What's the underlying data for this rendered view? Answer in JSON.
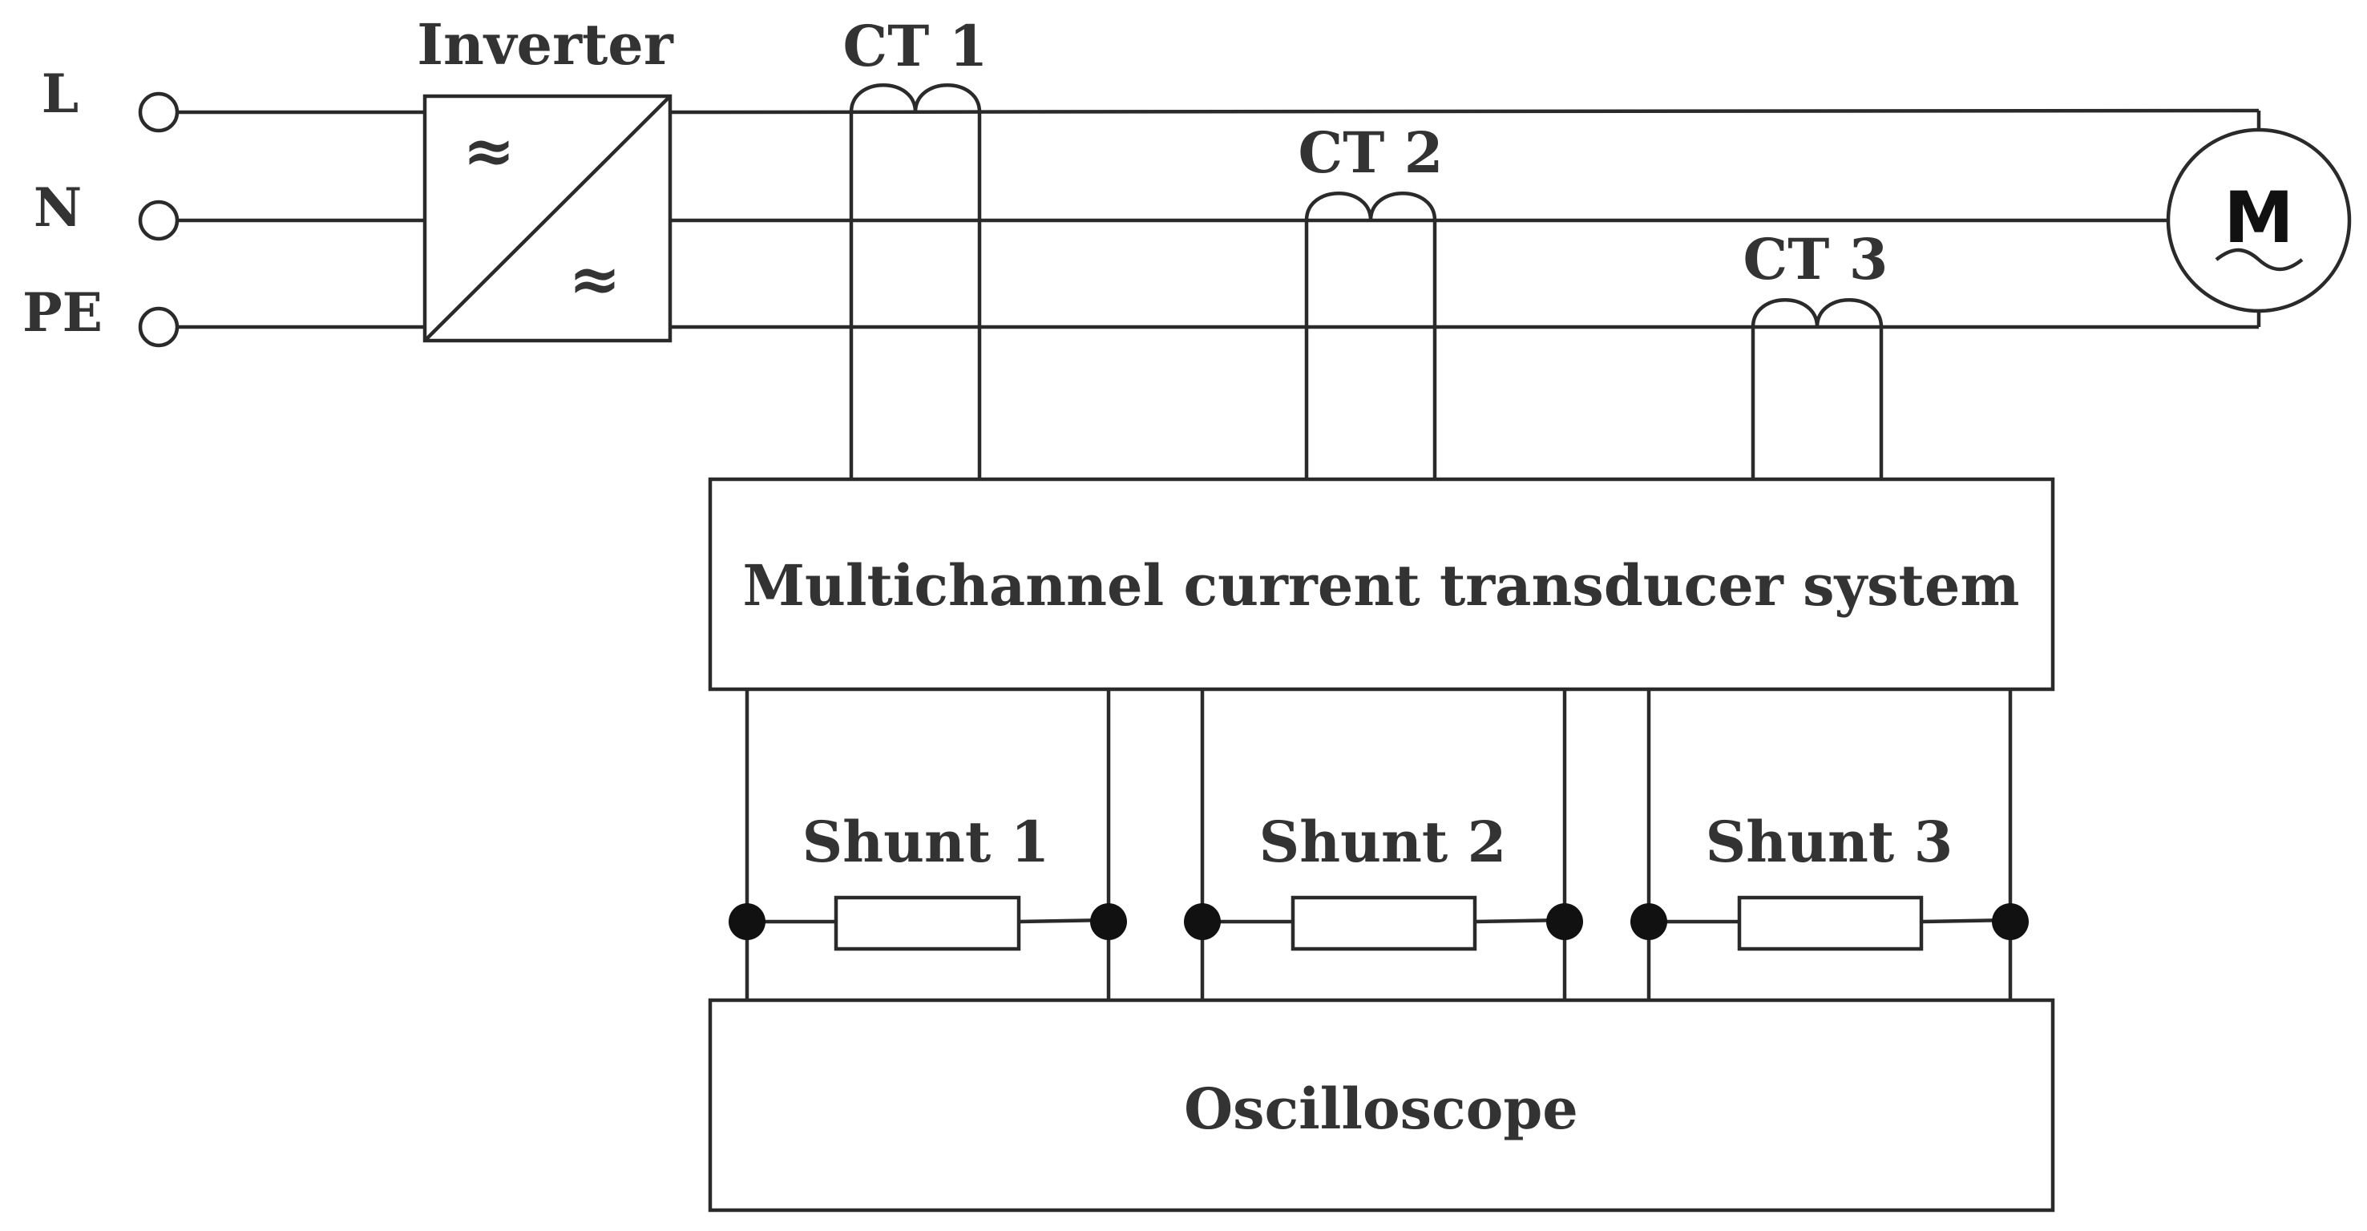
{
  "terminals": {
    "l": "L",
    "n": "N",
    "pe": "PE"
  },
  "inverter": {
    "title": "Inverter",
    "symbol_in": "≈",
    "symbol_out": "≈"
  },
  "current_transformers": {
    "ct1": "CT 1",
    "ct2": "CT 2",
    "ct3": "CT 3"
  },
  "motor": {
    "letter": "M"
  },
  "transducer": {
    "label": "Multichannel current transducer system"
  },
  "shunts": {
    "shunt1": "Shunt 1",
    "shunt2": "Shunt 2",
    "shunt3": "Shunt 3"
  },
  "oscilloscope": {
    "label": "Oscilloscope"
  }
}
